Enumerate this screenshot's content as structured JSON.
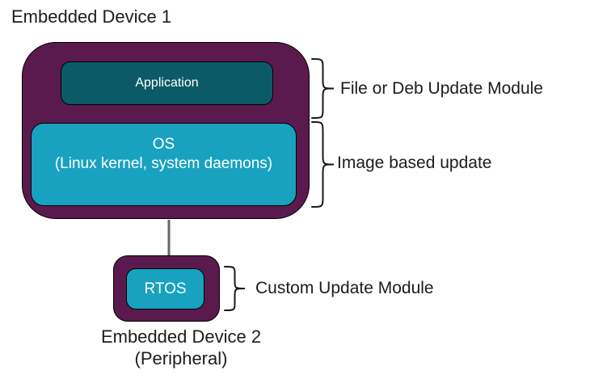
{
  "diagram": {
    "device1": {
      "title": "Embedded Device 1",
      "application_label": "Application",
      "os_label_line1": "OS",
      "os_label_line2": "(Linux kernel, system daemons)"
    },
    "device2": {
      "rtos_label": "RTOS",
      "title_line1": "Embedded Device 2",
      "title_line2": "(Peripheral)"
    },
    "annotations": {
      "file_deb": "File or Deb Update Module",
      "image_based": "Image based update",
      "custom": "Custom Update Module"
    },
    "colors": {
      "device_shell": "#5b1a4e",
      "application_fill": "#0c5a68",
      "os_fill": "#18a2c0",
      "rtos_fill": "#18a2c0",
      "text_dark": "#1c1c1c",
      "text_light": "#ffffff",
      "connector": "#666666",
      "brace": "#1a1a1a"
    }
  }
}
